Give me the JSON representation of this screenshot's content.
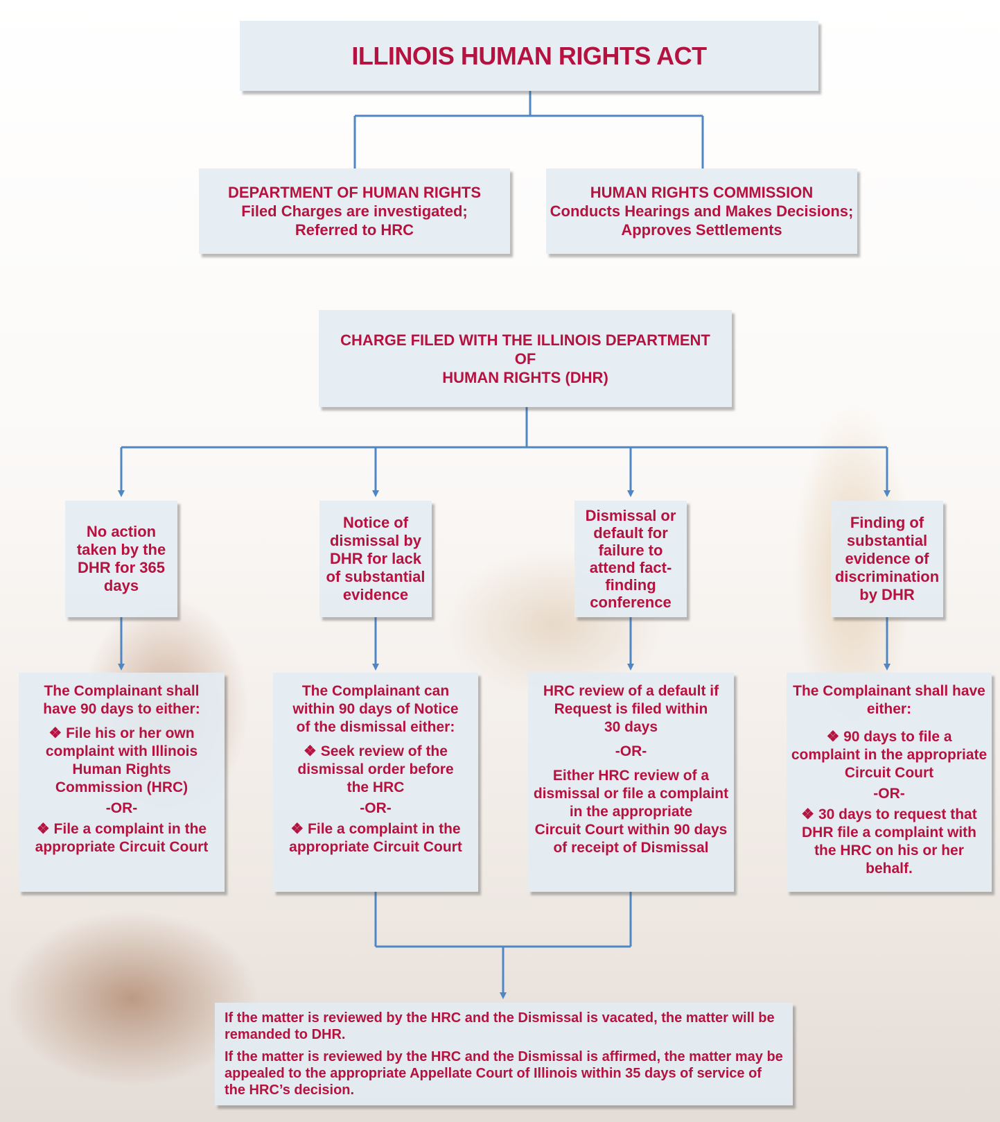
{
  "title": "ILLINOIS HUMAN RIGHTS ACT",
  "dhr": {
    "line1": "DEPARTMENT OF HUMAN RIGHTS",
    "line2": "Filed Charges are investigated;",
    "line3": "Referred to HRC"
  },
  "hrc": {
    "line1": "HUMAN RIGHTS COMMISSION",
    "line2": "Conducts Hearings and Makes Decisions;",
    "line3": "Approves Settlements"
  },
  "charge": {
    "line1": "CHARGE FILED WITH THE ILLINOIS DEPARTMENT",
    "line2": "OF",
    "line3": "HUMAN RIGHTS (DHR)"
  },
  "outcomes": [
    {
      "lines": [
        "No action",
        "taken by the",
        "DHR for 365",
        "days"
      ]
    },
    {
      "lines": [
        "Notice of",
        "dismissal by",
        "DHR for lack",
        "of substantial",
        "evidence"
      ]
    },
    {
      "lines": [
        "Dismissal or",
        "default for",
        "failure to",
        "attend fact-",
        "finding",
        "conference"
      ]
    },
    {
      "lines": [
        "Finding of",
        "substantial",
        "evidence of",
        "discrimination",
        "by DHR"
      ]
    }
  ],
  "details": [
    {
      "intro": [
        "The Complainant shall",
        "have 90 days to either:"
      ],
      "option1": [
        "❖ File his or her own",
        "complaint with Illinois",
        "Human Rights",
        "Commission (HRC)"
      ],
      "or": "-OR-",
      "option2": [
        "❖ File a complaint in the",
        "appropriate Circuit Court"
      ]
    },
    {
      "intro": [
        "The Complainant can",
        "within 90 days of Notice",
        "of the dismissal either:"
      ],
      "option1": [
        "❖ Seek review of the",
        "dismissal order before",
        "the HRC"
      ],
      "or": "-OR-",
      "option2": [
        "❖ File a complaint in the",
        "appropriate Circuit Court"
      ]
    },
    {
      "intro": [
        "HRC review of a default if",
        "Request is filed within",
        "30 days"
      ],
      "option1": [],
      "or": "-OR-",
      "option2": [
        "Either HRC review of a",
        "dismissal or file a complaint",
        "in the appropriate",
        "Circuit Court within 90 days",
        "of receipt of Dismissal"
      ]
    },
    {
      "intro": [
        "The Complainant shall have",
        "either:"
      ],
      "option1": [
        "❖ 90 days to file a",
        "complaint in the appropriate",
        "Circuit Court"
      ],
      "or": "-OR-",
      "option2": [
        "❖ 30 days to request that",
        "DHR file a complaint with",
        "the HRC on his or her",
        "behalf."
      ]
    }
  ],
  "final": {
    "p1": "If the matter is reviewed by the HRC and the Dismissal is vacated, the matter will be remanded to DHR.",
    "p2": "If the matter is reviewed by the HRC and the Dismissal is affirmed, the matter may be appealed to the appropriate Appellate Court of Illinois within 35 days of service of the HRC’s decision."
  },
  "colors": {
    "text": "#b5123f",
    "connector": "#4f87c4",
    "box": "#e2ecf2"
  }
}
